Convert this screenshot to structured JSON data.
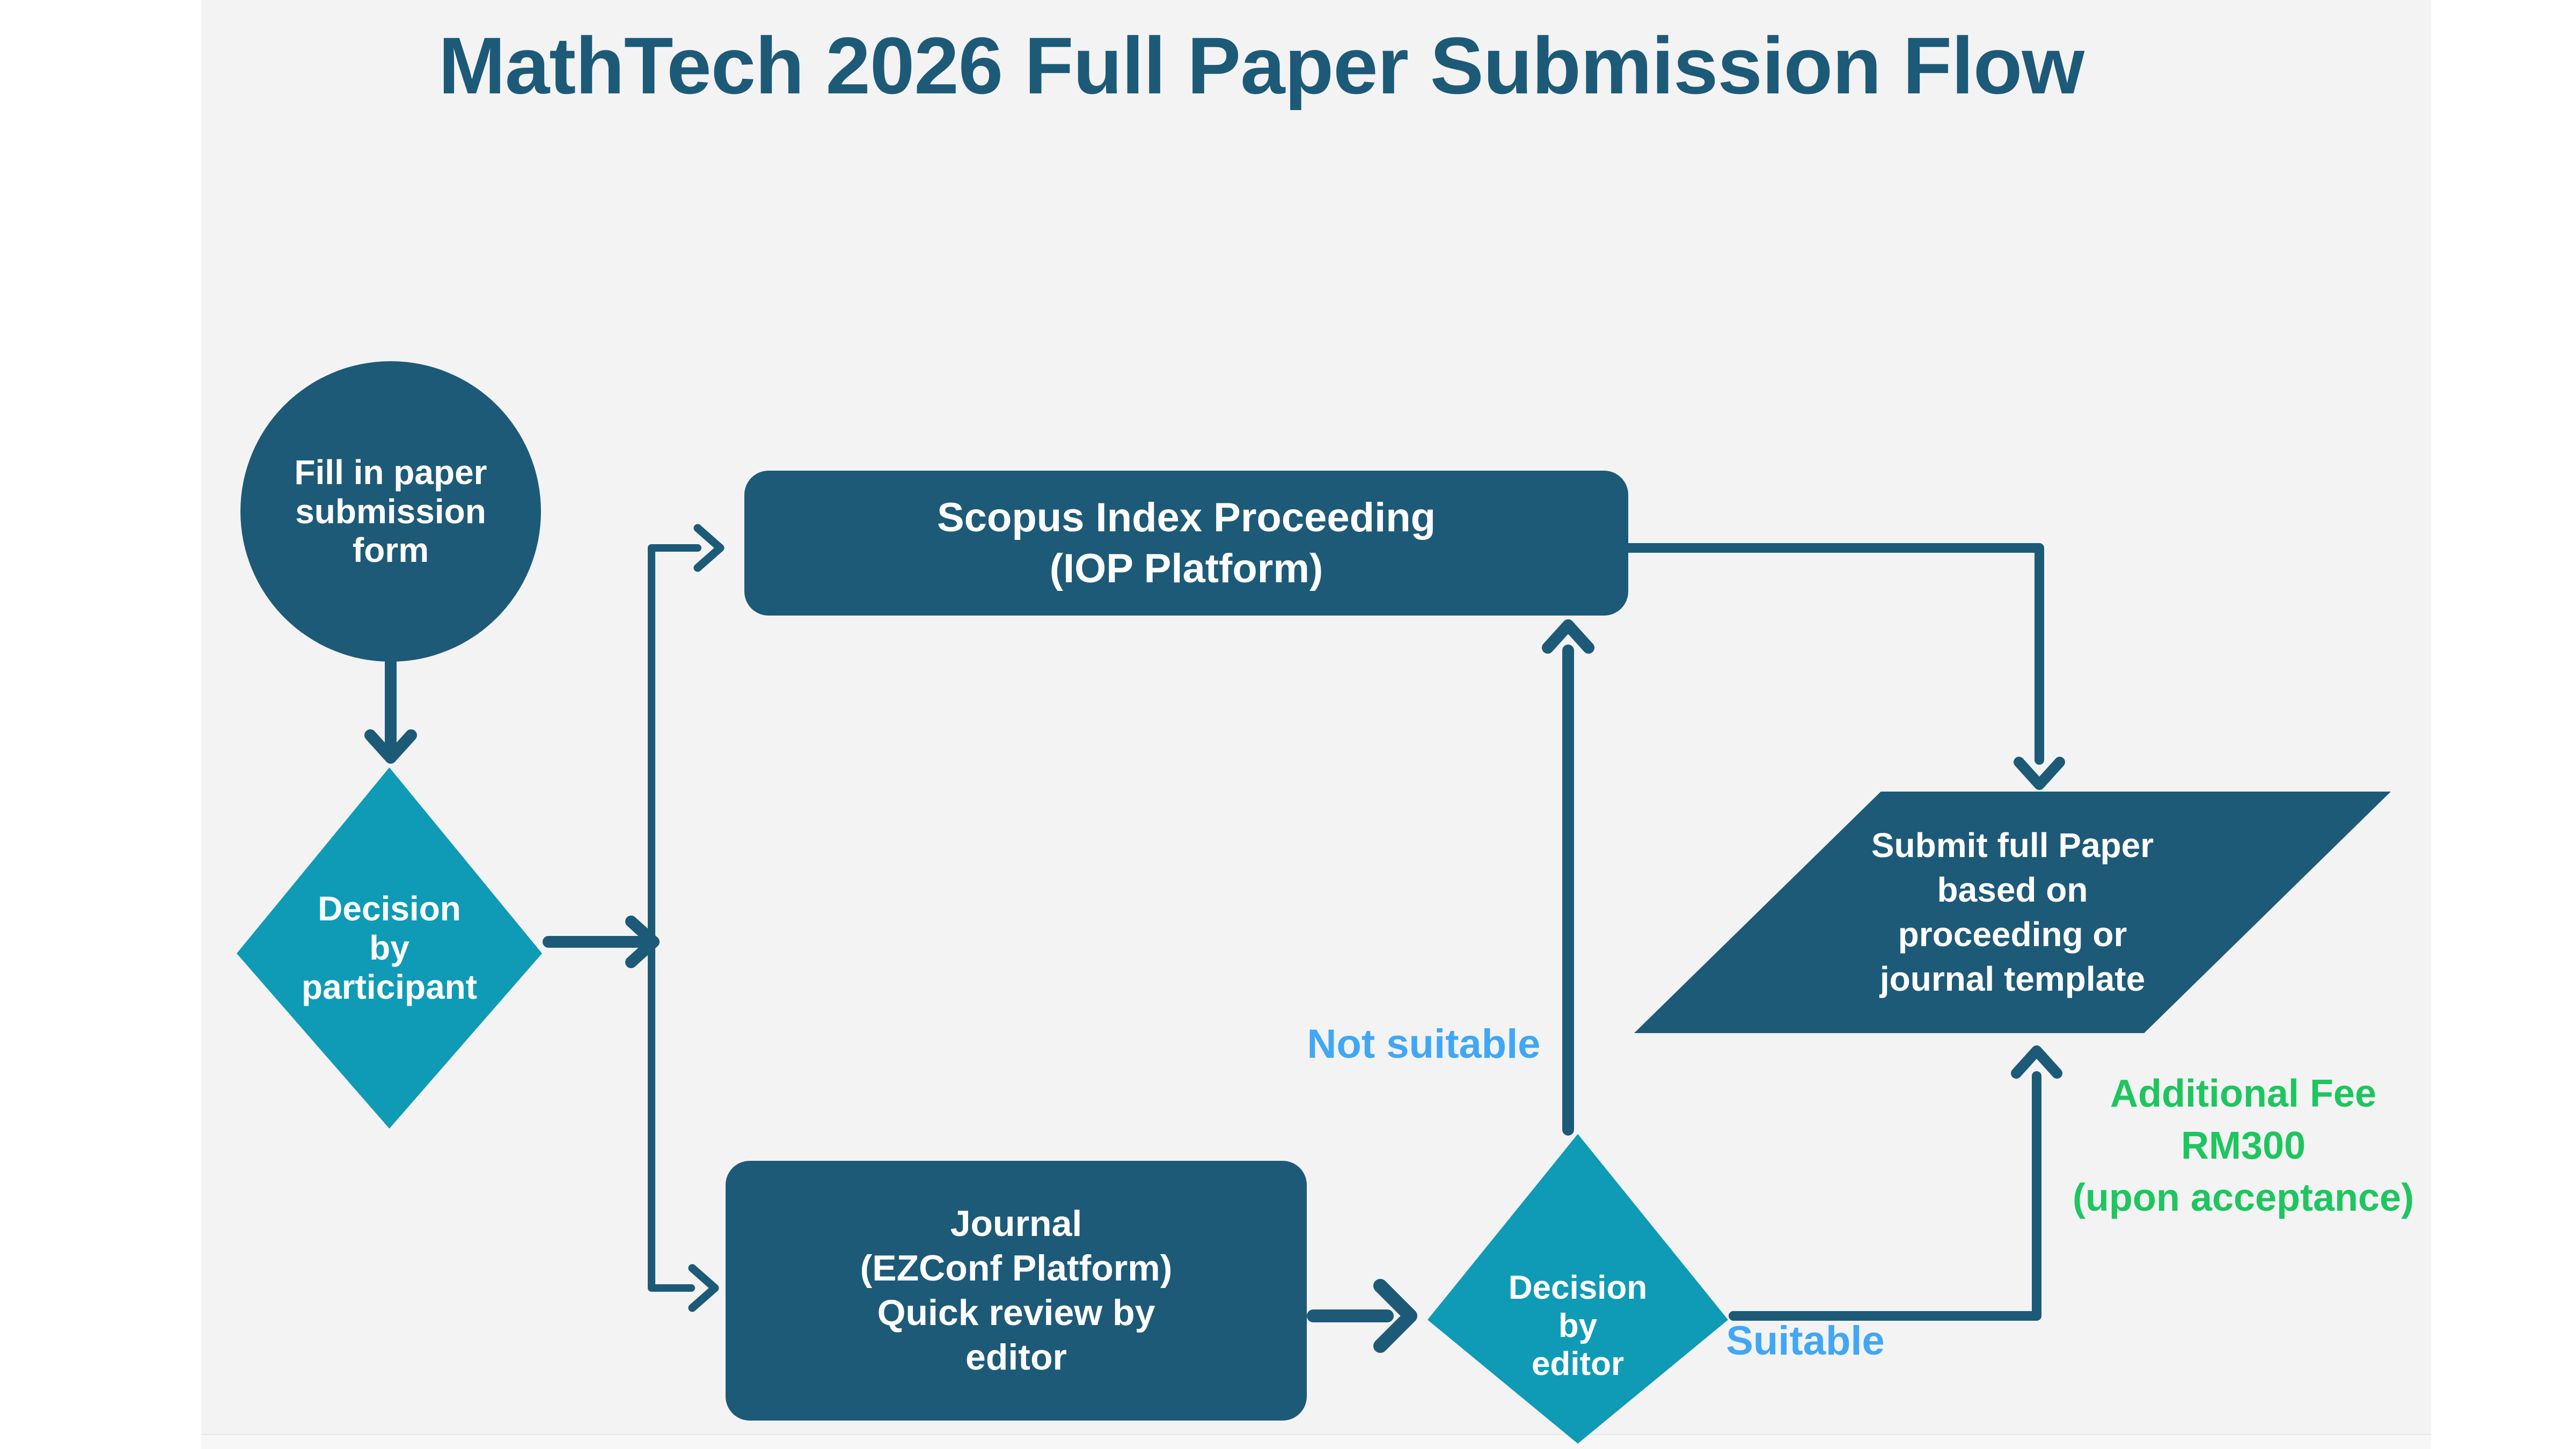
{
  "title": "MathTech 2026 Full Paper Submission Flow",
  "colors": {
    "dark": "#1d5a78",
    "cyan": "#0f9bb6",
    "lightblue": "#41a7f5",
    "green": "#1fc55f",
    "canvas": "#f3f3f4",
    "page": "#ffffff"
  },
  "nodes": {
    "start": {
      "shape": "circle",
      "label": "Fill in paper\nsubmission\nform"
    },
    "participant_decision": {
      "shape": "diamond",
      "label": "Decision\nby\nparticipant"
    },
    "scopus": {
      "shape": "rounded-rect",
      "label": "Scopus Index Proceeding\n(IOP Platform)"
    },
    "journal": {
      "shape": "rounded-rect",
      "label": "Journal\n(EZConf Platform)\nQuick review by\neditor"
    },
    "editor_decision": {
      "shape": "diamond",
      "label": "Decision\nby\neditor"
    },
    "submit": {
      "shape": "parallelogram",
      "label": "Submit full Paper\nbased on\nproceeding or\njournal template"
    }
  },
  "edge_labels": {
    "not_suitable": "Not suitable",
    "suitable": "Suitable",
    "fee_note": "Additional Fee\nRM300\n(upon acceptance)"
  }
}
